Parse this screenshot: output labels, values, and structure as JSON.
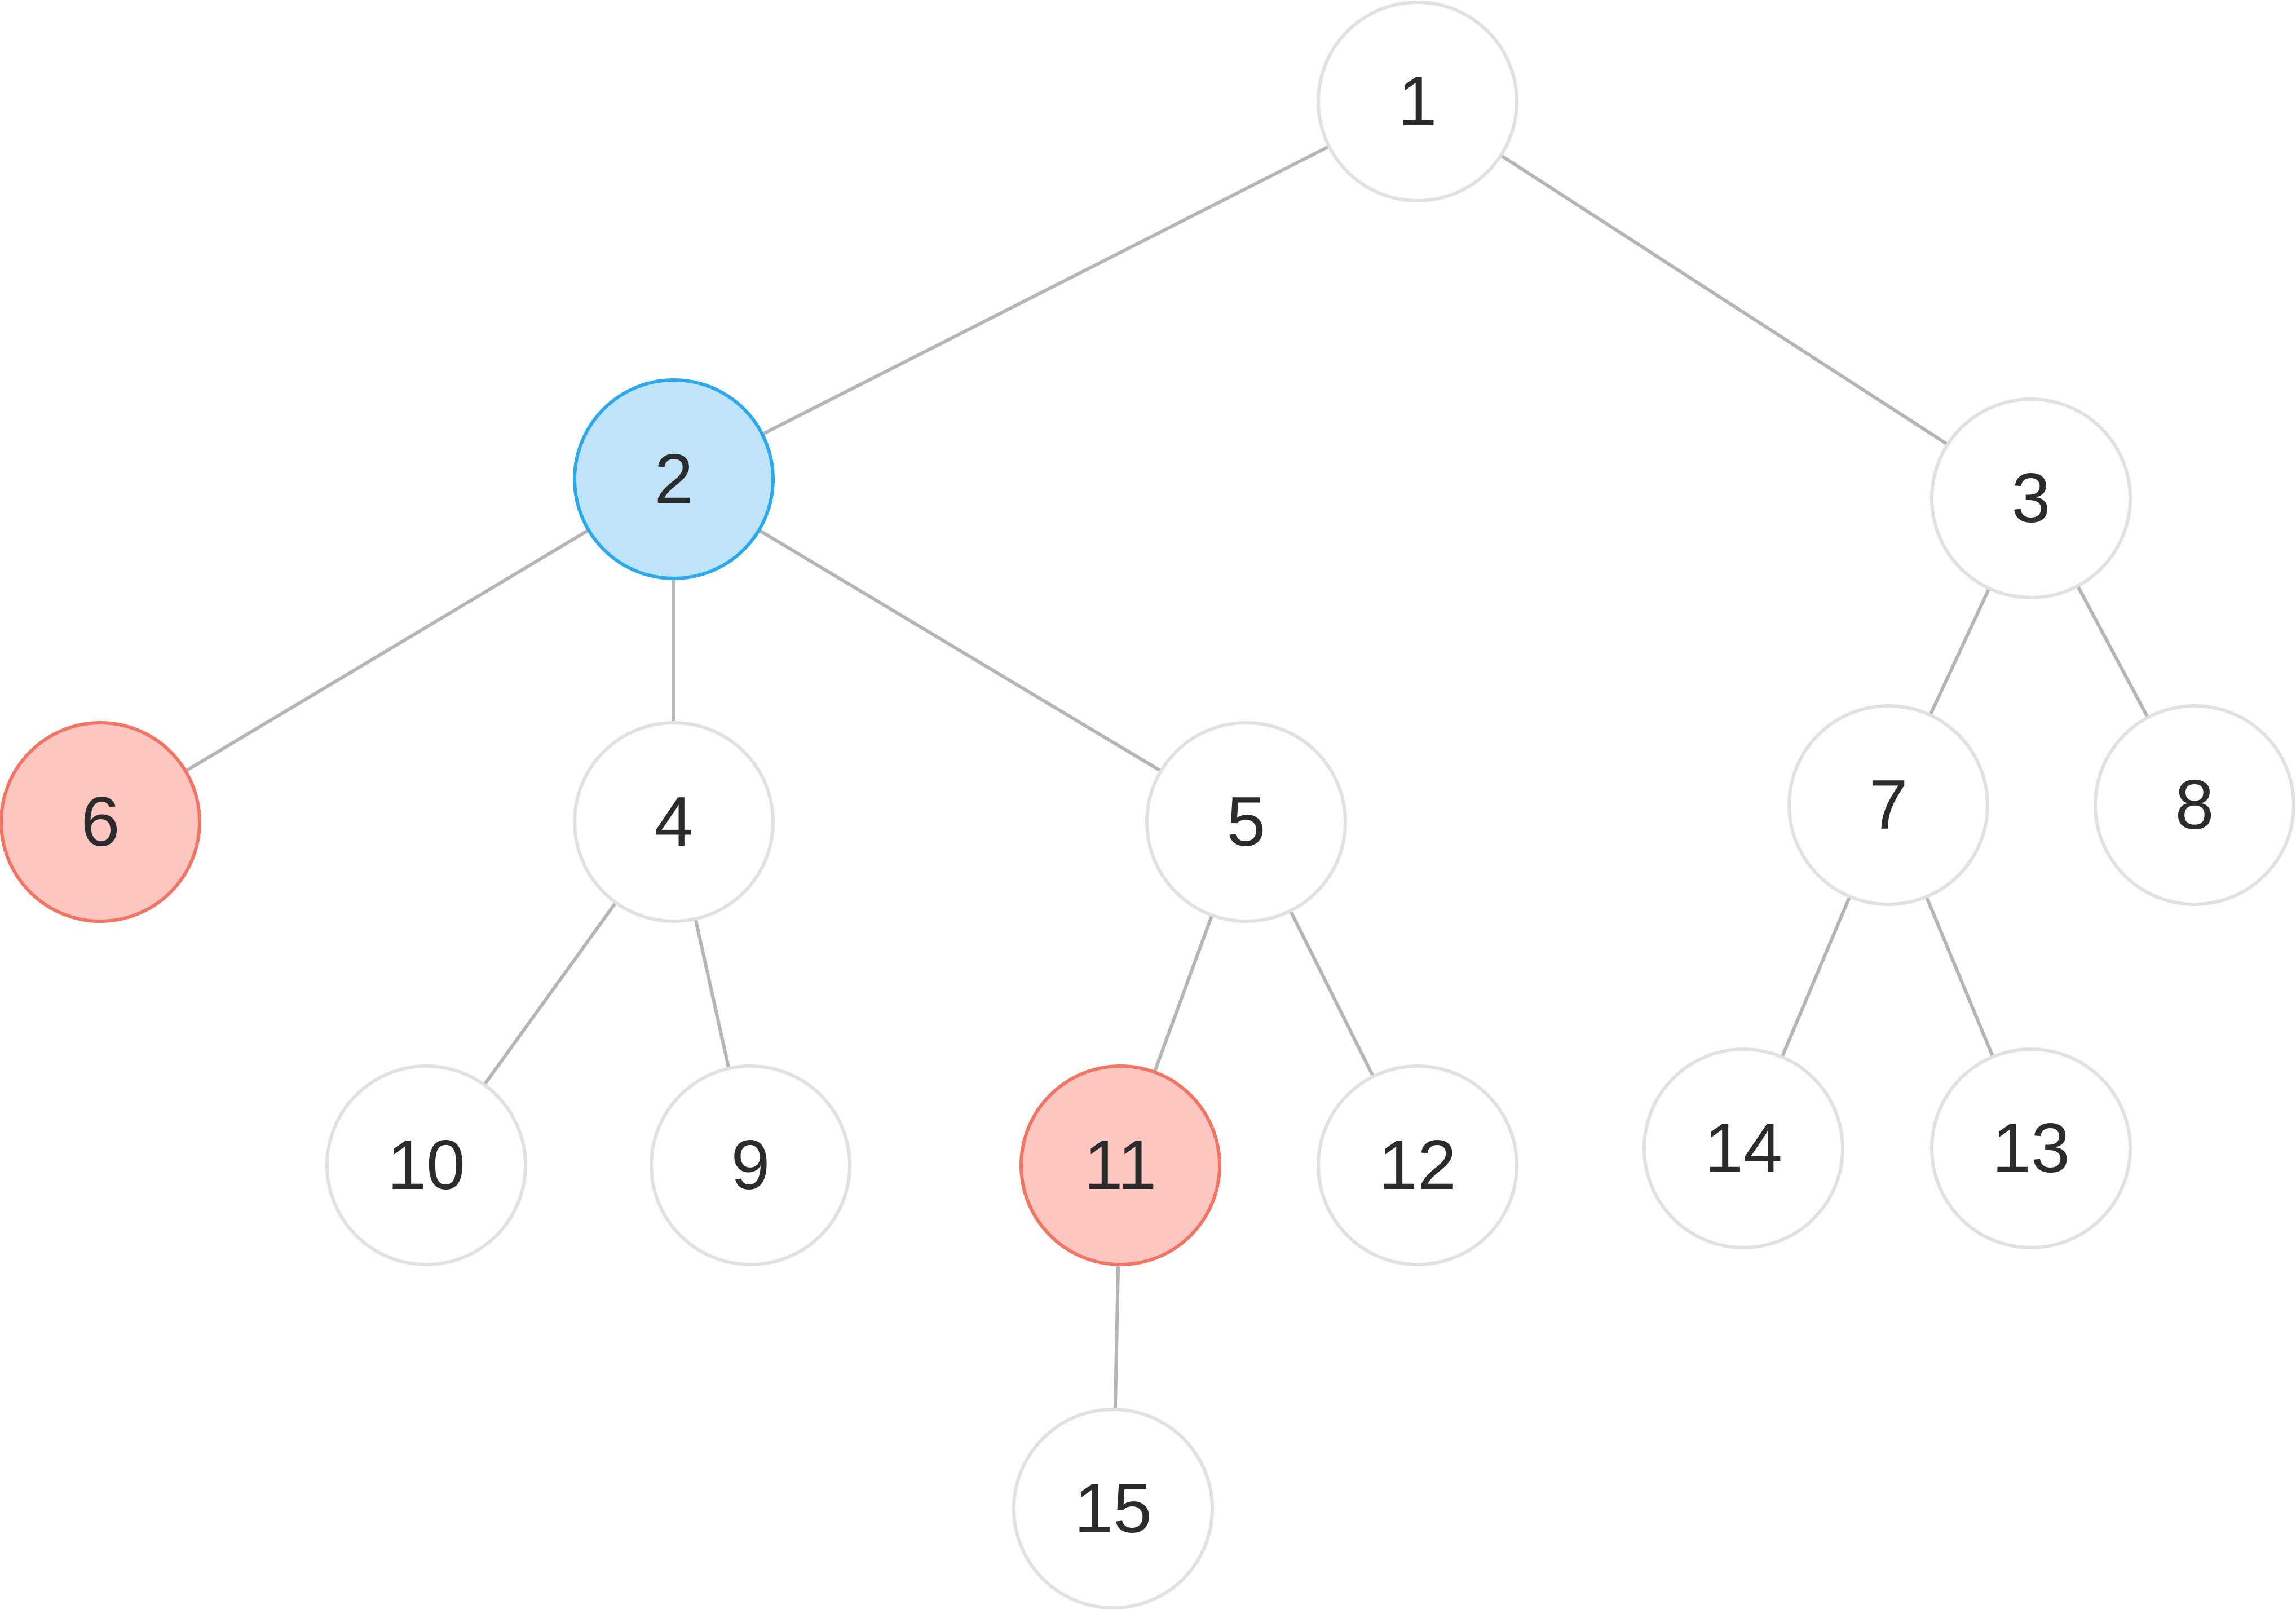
{
  "tree": {
    "nodes": [
      {
        "id": "1",
        "label": "1",
        "state": "default"
      },
      {
        "id": "2",
        "label": "2",
        "state": "selected"
      },
      {
        "id": "3",
        "label": "3",
        "state": "default"
      },
      {
        "id": "4",
        "label": "4",
        "state": "default"
      },
      {
        "id": "5",
        "label": "5",
        "state": "default"
      },
      {
        "id": "6",
        "label": "6",
        "state": "highlighted"
      },
      {
        "id": "7",
        "label": "7",
        "state": "default"
      },
      {
        "id": "8",
        "label": "8",
        "state": "default"
      },
      {
        "id": "9",
        "label": "9",
        "state": "default"
      },
      {
        "id": "10",
        "label": "10",
        "state": "default"
      },
      {
        "id": "11",
        "label": "11",
        "state": "highlighted"
      },
      {
        "id": "12",
        "label": "12",
        "state": "default"
      },
      {
        "id": "13",
        "label": "13",
        "state": "default"
      },
      {
        "id": "14",
        "label": "14",
        "state": "default"
      },
      {
        "id": "15",
        "label": "15",
        "state": "default"
      }
    ],
    "edges": [
      [
        "1",
        "2"
      ],
      [
        "1",
        "3"
      ],
      [
        "2",
        "6"
      ],
      [
        "2",
        "4"
      ],
      [
        "2",
        "5"
      ],
      [
        "3",
        "7"
      ],
      [
        "3",
        "8"
      ],
      [
        "4",
        "10"
      ],
      [
        "4",
        "9"
      ],
      [
        "5",
        "11"
      ],
      [
        "5",
        "12"
      ],
      [
        "7",
        "14"
      ],
      [
        "7",
        "13"
      ],
      [
        "11",
        "15"
      ]
    ]
  },
  "colors": {
    "default": {
      "fill": "#ffffff",
      "stroke": "#e1e1e1"
    },
    "selected": {
      "fill": "#bfe3fb",
      "stroke": "#2aa9ee"
    },
    "highlighted": {
      "fill": "#fec6c1",
      "stroke": "#f27462"
    },
    "edge": "#b5b5b5",
    "label": "#2b2b2b"
  }
}
